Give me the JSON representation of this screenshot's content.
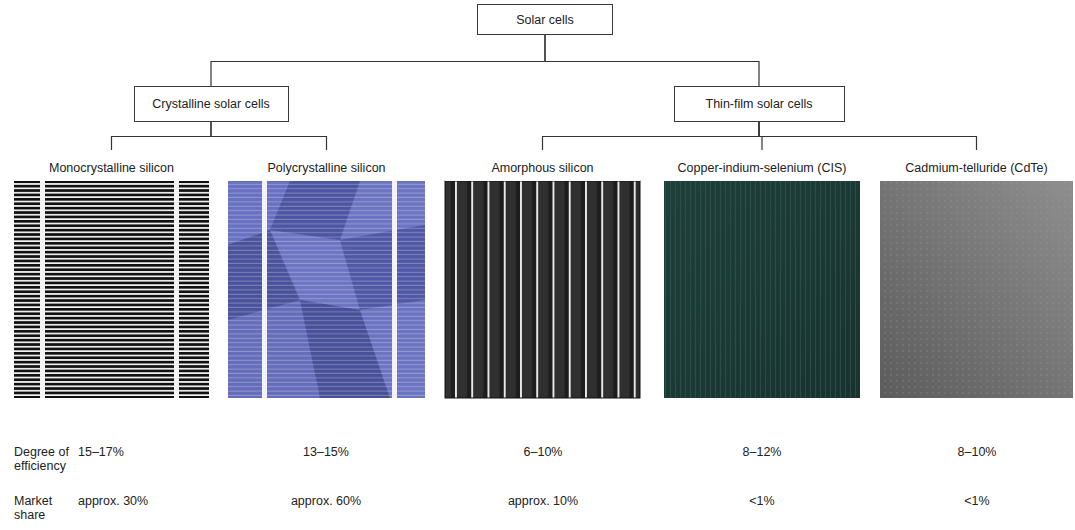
{
  "diagram": {
    "nodes": [
      {
        "text": [
          "Solar cells"
        ]
      },
      {
        "text": [
          "Crystalline solar cells"
        ]
      },
      {
        "text": [
          "Thin-film solar cells"
        ]
      },
      {
        "text": [
          "Monocrystalline silicon"
        ]
      },
      {
        "text": [
          "Polycrystalline silicon"
        ]
      },
      {
        "text": [
          "Amorphous silicon"
        ]
      },
      {
        "text": [
          "Copper-indium-selenium (CIS)"
        ]
      },
      {
        "text": [
          "Cadmium-telluride (CdTe)"
        ]
      }
    ],
    "edges": [
      {
        "from": 0,
        "to": 1,
        "arrow": "none"
      },
      {
        "from": 0,
        "to": 2,
        "arrow": "none"
      },
      {
        "from": 1,
        "to": 3,
        "arrow": "none"
      },
      {
        "from": 1,
        "to": 4,
        "arrow": "none"
      },
      {
        "from": 2,
        "to": 5,
        "arrow": "none"
      },
      {
        "from": 2,
        "to": 6,
        "arrow": "none"
      },
      {
        "from": 2,
        "to": 7,
        "arrow": "none"
      }
    ],
    "labels": [
      "Degree of efficiency",
      "15–17%",
      "13–15%",
      "6–10%",
      "8–12%",
      "8–10%",
      "Market share",
      "approx. 30%",
      "approx. 60%",
      "approx. 10%",
      "<1%",
      "<1%"
    ]
  }
}
